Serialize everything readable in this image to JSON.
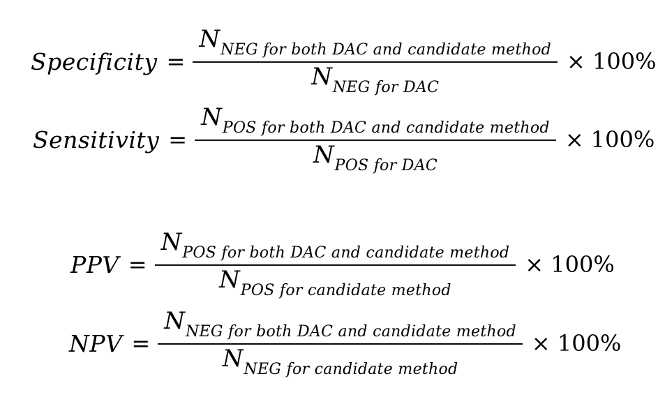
{
  "page": {
    "background_color": "#ffffff",
    "text_color": "#000000"
  },
  "formulas": [
    {
      "label": "Specificity",
      "equals": "=",
      "numerator": {
        "base": "N",
        "subscript": "NEG for both DAC and candidate method"
      },
      "denominator": {
        "base": "N",
        "subscript": "NEG for DAC"
      },
      "multiplier": "× 100%"
    },
    {
      "label": "Sensitivity",
      "equals": "=",
      "numerator": {
        "base": "N",
        "subscript": "POS for both DAC and candidate method"
      },
      "denominator": {
        "base": "N",
        "subscript": "POS for DAC"
      },
      "multiplier": "× 100%"
    },
    {
      "label": "PPV",
      "equals": "=",
      "numerator": {
        "base": "N",
        "subscript": "POS for both DAC and candidate method"
      },
      "denominator": {
        "base": "N",
        "subscript": "POS for candidate method"
      },
      "multiplier": "× 100%"
    },
    {
      "label": "NPV",
      "equals": "=",
      "numerator": {
        "base": "N",
        "subscript": "NEG for both DAC and candidate method"
      },
      "denominator": {
        "base": "N",
        "subscript": "NEG for candidate method"
      },
      "multiplier": "× 100%"
    }
  ]
}
